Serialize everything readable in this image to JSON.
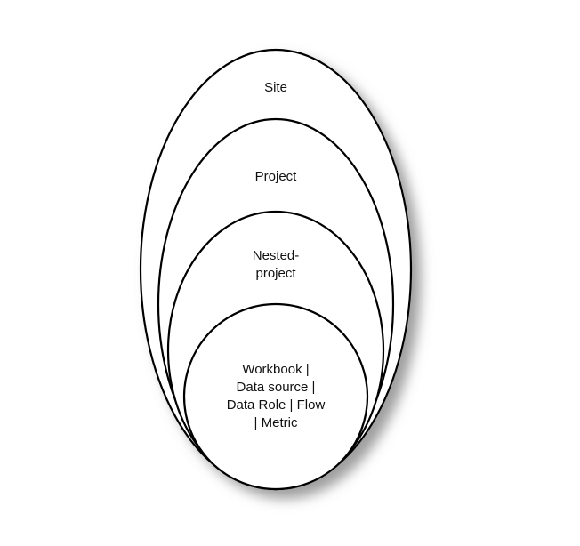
{
  "diagram": {
    "levels": [
      {
        "id": "site",
        "lines": [
          "Site"
        ]
      },
      {
        "id": "project",
        "lines": [
          "Project"
        ]
      },
      {
        "id": "nested-project",
        "lines": [
          "Nested-",
          "project"
        ]
      },
      {
        "id": "content",
        "lines": [
          "Workbook |",
          "Data source |",
          "Data Role | Flow",
          "| Metric"
        ]
      }
    ]
  },
  "colors": {
    "stroke": "#000000",
    "fill": "#ffffff",
    "shadow": "#7f7f7f",
    "text": "#111111"
  }
}
